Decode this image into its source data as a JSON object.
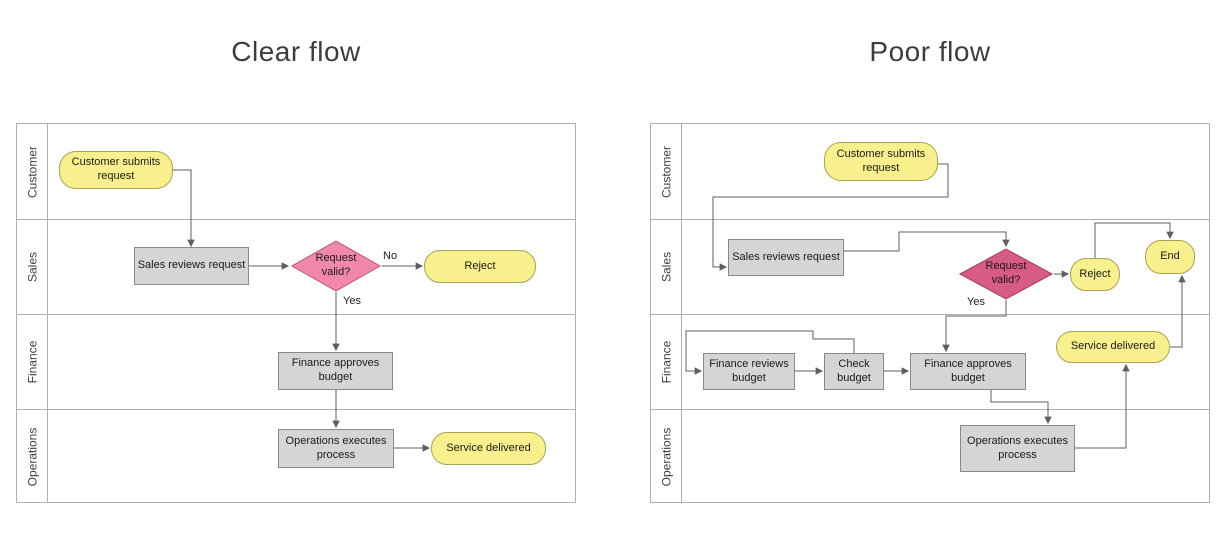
{
  "colors": {
    "node_gray_fill": "#d5d5d5",
    "node_gray_border": "#8a8a8a",
    "node_yellow_fill": "#f8f08c",
    "node_yellow_border": "#a8a352",
    "diamond_clear_fill": "#f287ae",
    "diamond_clear_border": "#c2517d",
    "diamond_poor_fill": "#d85b84",
    "diamond_poor_border": "#a53d63",
    "connector": "#5f5f5f",
    "lane_border": "#b0b0b0",
    "title_text": "#3d3d3d"
  },
  "diagrams": [
    {
      "title": "Clear flow",
      "lanes": [
        "Customer",
        "Sales",
        "Finance",
        "Operations"
      ],
      "nodes": {
        "customer_submits": "Customer submits request",
        "sales_reviews": "Sales reviews request",
        "request_valid": "Request valid?",
        "reject": "Reject",
        "finance_approves": "Finance approves budget",
        "operations_executes": "Operations executes process",
        "service_delivered": "Service delivered"
      },
      "edge_labels": {
        "no": "No",
        "yes": "Yes"
      }
    },
    {
      "title": "Poor flow",
      "lanes": [
        "Customer",
        "Sales",
        "Finance",
        "Operations"
      ],
      "nodes": {
        "customer_submits": "Customer submits request",
        "sales_reviews": "Sales reviews request",
        "request_valid": "Request valid?",
        "reject": "Reject",
        "end": "End",
        "finance_reviews": "Finance reviews budget",
        "check_budget": "Check budget",
        "finance_approves": "Finance approves budget",
        "service_delivered": "Service delivered",
        "operations_executes": "Operations executes process"
      },
      "edge_labels": {
        "yes": "Yes"
      }
    }
  ]
}
